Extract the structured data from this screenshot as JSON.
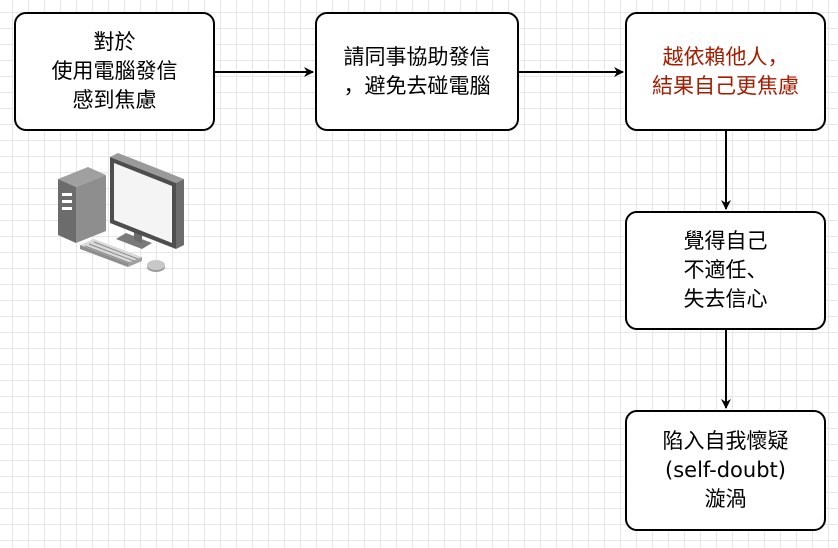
{
  "nodes": {
    "n1": "對於\n使用電腦發信\n感到焦慮",
    "n2": "請同事協助發信\n，避免去碰電腦",
    "n3": "越依賴他人，\n結果自己更焦慮",
    "n4": "覺得自己\n不適任、\n失去信心",
    "n5": "陷入自我懷疑\n(self-doubt)\n漩渦"
  },
  "colors": {
    "border": "#000000",
    "text": "#000000",
    "highlight_text": "#a61c00",
    "grid": "#e6e6e6"
  },
  "icons": {
    "computer": "desktop-computer-icon"
  }
}
